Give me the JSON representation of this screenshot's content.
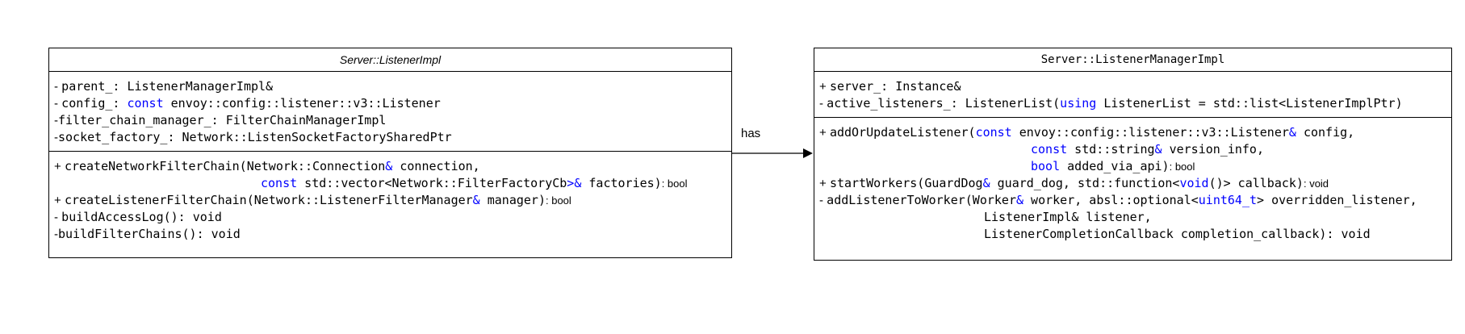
{
  "left_class": {
    "title": "Server::ListenerImpl",
    "attributes": [
      {
        "vis": "- ",
        "name": "parent_:",
        "type": " ListenerManagerImpl&"
      },
      {
        "vis": "- ",
        "name": "config_:",
        "kw": " const",
        "type": " envoy::config::listener::v3::Listener"
      },
      {
        "vis": "-",
        "name": "filter_chain_manager_:",
        "type": " FilterChainManagerImpl"
      },
      {
        "vis": "-",
        "name": "socket_factory_:",
        "type": " Network::ListenSocketFactorySharedPtr"
      }
    ],
    "methods": {
      "m1": {
        "vis": "+ ",
        "name": "createNetworkFilterChain(Network::Connection",
        "amp": "&",
        "rest": " connection,"
      },
      "m1_cont": {
        "kw": "const",
        "mid": " std::vector<Network::FilterFactoryCb",
        "gt": ">&",
        "rest": " factories)",
        "ret": ": bool"
      },
      "m2": {
        "vis": "+ ",
        "name": "createListenerFilterChain(Network::ListenerFilterManager",
        "amp": "&",
        "rest": " manager)",
        "ret": ": bool"
      },
      "m3": {
        "vis": "- ",
        "text": "buildAccessLog(): void"
      },
      "m4": {
        "vis": "-",
        "text": "buildFilterChains(): void"
      }
    }
  },
  "right_class": {
    "title": "Server::ListenerManagerImpl",
    "attributes": [
      {
        "vis": "+ ",
        "name": "server_:",
        "type": " Instance&"
      },
      {
        "vis": "- ",
        "name": "active_listeners_:",
        "pre": " ListenerList(",
        "kw": "using",
        "post": " ListenerList = std::list<ListenerImplPtr)"
      }
    ],
    "methods": {
      "m1": {
        "vis": "+ ",
        "name": "addOrUpdateListener(",
        "kw": "const",
        "mid": " envoy::config::listener::v3::Listener",
        "amp": "&",
        "rest": " config,"
      },
      "m1_c1": {
        "kw": "const",
        "mid": " std::string",
        "amp": "&",
        "rest": " version_info,"
      },
      "m1_c2": {
        "kw": "bool",
        "rest": " added_via_api)",
        "ret": ": bool"
      },
      "m2": {
        "vis": "+ ",
        "name": "startWorkers(GuardDog",
        "amp": "&",
        "mid": " guard_dog, std::function<",
        "kw": "void",
        "rest": "()> callback)",
        "ret": ": void"
      },
      "m3": {
        "vis": "- ",
        "name": "addListenerToWorker(Worker",
        "amp": "&",
        "mid": " worker, absl::optional<",
        "kw": "uint64_t",
        "rest": "> overridden_listener,"
      },
      "m3_c1": {
        "text": "ListenerImpl& listener,"
      },
      "m3_c2": {
        "text": "ListenerCompletionCallback completion_callback): void"
      }
    }
  },
  "edge": {
    "label": "has"
  },
  "colors": {
    "keyword": "#0000ff",
    "border": "#000000"
  }
}
